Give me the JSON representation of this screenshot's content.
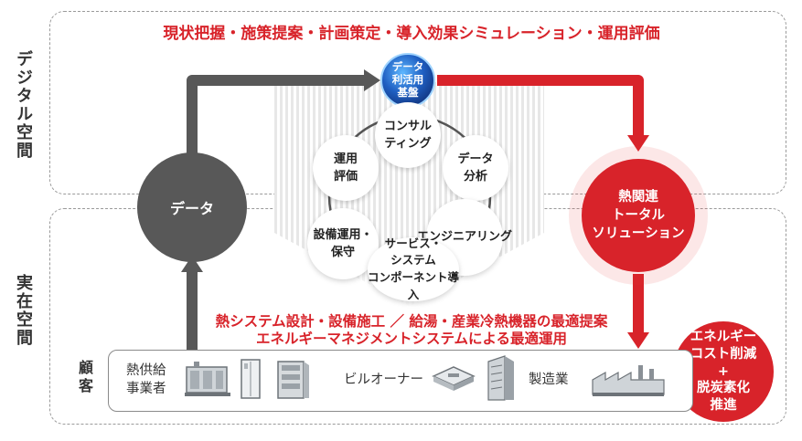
{
  "regions": {
    "digital_label": "デジタル空間",
    "real_label": "実在空間"
  },
  "captions": {
    "top": "現状把握・施策提案・計画策定・導入効果シミュレーション・運用評価",
    "middle_line1": "熱システム設計・設備施工 ／ 給湯・産業冷熱機器の最適提案",
    "middle_line2": "エネルギーマネジメントシステムによる最適運用"
  },
  "nodes": {
    "data": "データ",
    "platform": "データ\n利活用\n基盤",
    "solution": "熱関連\nトータル\nソリューション",
    "consulting": "コンサル\nティング",
    "operation_eval": "運用\n評価",
    "data_analysis": "データ\n分析",
    "maintenance": "設備運用・\n保守",
    "engineering": "エンジニアリング",
    "service": "サービス・\nシステム\nコンポーネント導入",
    "result": "エネルギー\nコスト削減\n+\n脱炭素化\n推進"
  },
  "customers": {
    "label": "顧客",
    "heat_supplier": "熱供給\n事業者",
    "building_owner": "ビルオーナー",
    "manufacturer": "製造業"
  },
  "colors": {
    "accent_red": "#d8232a",
    "data_gray": "#585858"
  },
  "icons": [
    "heat-plant-icon",
    "cabinet-unit-icon",
    "server-rack-icon",
    "ceiling-ac-icon",
    "office-building-icon",
    "factory-icon"
  ]
}
